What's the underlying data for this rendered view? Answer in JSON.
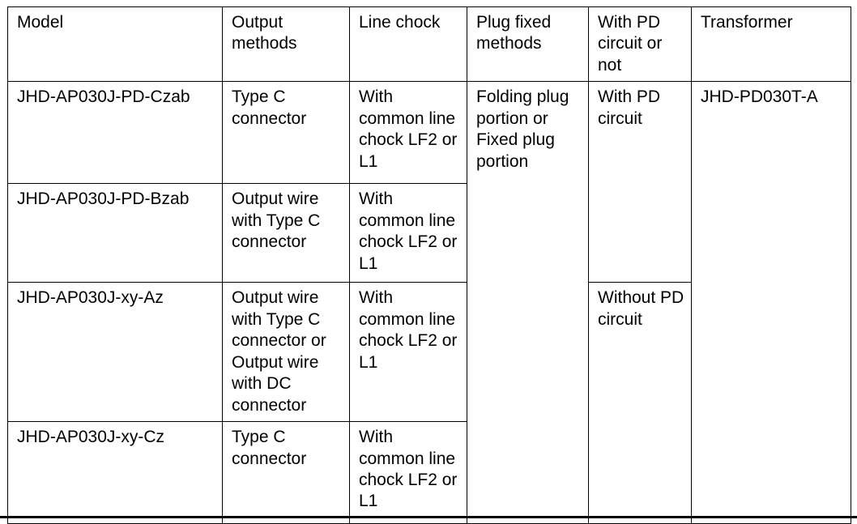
{
  "table": {
    "columns": [
      {
        "key": "model",
        "header": "Model"
      },
      {
        "key": "output_methods",
        "header": "Output methods"
      },
      {
        "key": "line_chock",
        "header": "Line chock"
      },
      {
        "key": "plug_fixed_methods",
        "header": "Plug fixed methods"
      },
      {
        "key": "pd_circuit",
        "header": "With PD circuit or not"
      },
      {
        "key": "transformer",
        "header": "Transformer"
      }
    ],
    "rows": [
      {
        "model": "JHD-AP030J-PD-Czab",
        "output_methods": "Type C connector",
        "line_chock": "With common line chock LF2 or L1"
      },
      {
        "model": "JHD-AP030J-PD-Bzab",
        "output_methods": "Output wire with Type C connector",
        "line_chock": "With common line chock LF2 or L1"
      },
      {
        "model": "JHD-AP030J-xy-Az",
        "output_methods": "Output wire with Type C connector or Output wire with DC connector",
        "line_chock": "With common line chock LF2 or L1"
      },
      {
        "model": "JHD-AP030J-xy-Cz",
        "output_methods": "Type C connector",
        "line_chock": "With common line chock LF2 or L1"
      }
    ],
    "merged_cells": {
      "plug_fixed_methods_all_rows": "Folding plug portion or Fixed plug portion",
      "pd_circuit_rows_1_2": "With PD circuit",
      "pd_circuit_rows_3_4": "Without PD circuit",
      "transformer_all_rows": "JHD-PD030T-A"
    }
  },
  "colors": {
    "text": "#000000",
    "border": "#000000",
    "background": "#ffffff"
  }
}
